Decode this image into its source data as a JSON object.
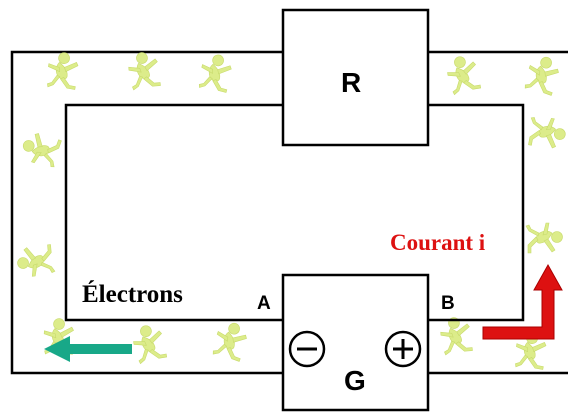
{
  "components": {
    "resistor": {
      "label": "R"
    },
    "generator": {
      "label": "G",
      "negative_symbol": "−",
      "positive_symbol": "+"
    }
  },
  "terminals": {
    "a": "A",
    "b": "B"
  },
  "annotations": {
    "electrons": "Électrons",
    "current": "Courant i"
  },
  "colors": {
    "figures": "#dcec8a",
    "wire": "#000000",
    "electron_arrow": "#18a888",
    "current_arrow": "#dd1111",
    "current_text": "#dd1111"
  }
}
